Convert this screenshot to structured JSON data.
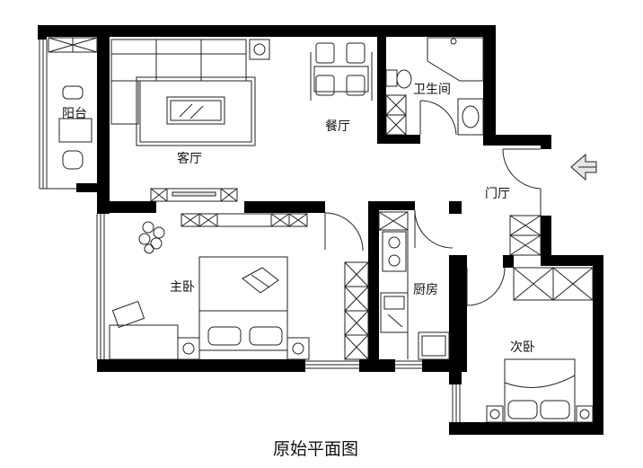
{
  "plan": {
    "title": "原始平面图",
    "rooms": {
      "balcony": "阳台",
      "living_room": "客厅",
      "dining_room": "餐厅",
      "bathroom": "卫生间",
      "entrance": "门厅",
      "master_bedroom": "主卧",
      "kitchen": "厨房",
      "second_bedroom": "次卧"
    }
  },
  "colors": {
    "wall": "#000000",
    "line": "#222222",
    "fill_light": "#e6e6e6",
    "background": "#ffffff"
  }
}
